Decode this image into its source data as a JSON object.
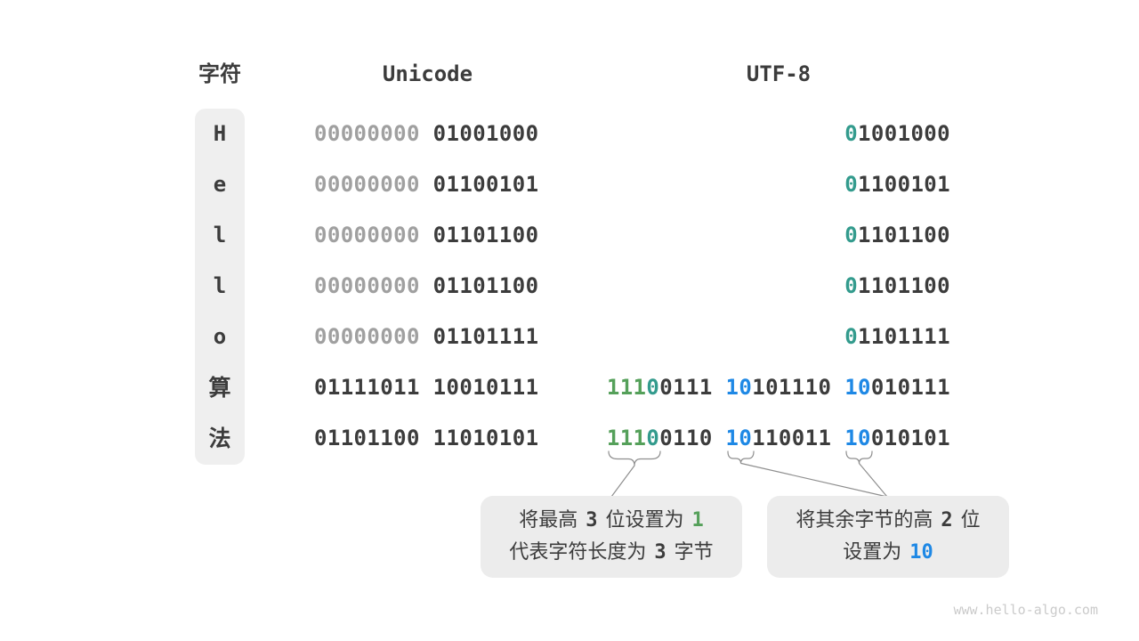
{
  "page": {
    "watermark": "www.hello-algo.com"
  },
  "colors": {
    "background": "#ffffff",
    "text_dark": "#3c3c3c",
    "text_gray": "#a0a0a0",
    "teal": "#339b8d",
    "green": "#55a05a",
    "blue": "#1e88e5",
    "column_bg": "#efefef",
    "callout_bg": "#ececec",
    "connector": "#8f8f8f",
    "watermark": "#cbcbcb"
  },
  "table": {
    "headers": {
      "char": "字符",
      "unicode": "Unicode",
      "utf8": "UTF-8"
    },
    "rows": [
      {
        "char": "H",
        "char_font": "mono",
        "unicode": [
          [
            "00000000",
            "gray"
          ],
          [
            " ",
            "dark"
          ],
          [
            "01001000",
            "dark"
          ]
        ],
        "utf8": [
          [
            "0",
            "teal"
          ],
          [
            "1001000",
            "dark"
          ]
        ]
      },
      {
        "char": "e",
        "char_font": "mono",
        "unicode": [
          [
            "00000000",
            "gray"
          ],
          [
            " ",
            "dark"
          ],
          [
            "01100101",
            "dark"
          ]
        ],
        "utf8": [
          [
            "0",
            "teal"
          ],
          [
            "1100101",
            "dark"
          ]
        ]
      },
      {
        "char": "l",
        "char_font": "mono",
        "unicode": [
          [
            "00000000",
            "gray"
          ],
          [
            " ",
            "dark"
          ],
          [
            "01101100",
            "dark"
          ]
        ],
        "utf8": [
          [
            "0",
            "teal"
          ],
          [
            "1101100",
            "dark"
          ]
        ]
      },
      {
        "char": "l",
        "char_font": "mono",
        "unicode": [
          [
            "00000000",
            "gray"
          ],
          [
            " ",
            "dark"
          ],
          [
            "01101100",
            "dark"
          ]
        ],
        "utf8": [
          [
            "0",
            "teal"
          ],
          [
            "1101100",
            "dark"
          ]
        ]
      },
      {
        "char": "o",
        "char_font": "mono",
        "unicode": [
          [
            "00000000",
            "gray"
          ],
          [
            " ",
            "dark"
          ],
          [
            "01101111",
            "dark"
          ]
        ],
        "utf8": [
          [
            "0",
            "teal"
          ],
          [
            "1101111",
            "dark"
          ]
        ]
      },
      {
        "char": "算",
        "char_font": "sans",
        "unicode": [
          [
            "01111011 10010111",
            "dark"
          ]
        ],
        "utf8": [
          [
            "111",
            "green"
          ],
          [
            "0",
            "teal"
          ],
          [
            "0111 ",
            "dark"
          ],
          [
            "10",
            "blue"
          ],
          [
            "101110 ",
            "dark"
          ],
          [
            "10",
            "blue"
          ],
          [
            "010111",
            "dark"
          ]
        ]
      },
      {
        "char": "法",
        "char_font": "sans",
        "unicode": [
          [
            "01101100 11010101",
            "dark"
          ]
        ],
        "utf8": [
          [
            "111",
            "green"
          ],
          [
            "0",
            "teal"
          ],
          [
            "0110 ",
            "dark"
          ],
          [
            "10",
            "blue"
          ],
          [
            "110011 ",
            "dark"
          ],
          [
            "10",
            "blue"
          ],
          [
            "010101",
            "dark"
          ]
        ]
      }
    ]
  },
  "callouts": [
    {
      "lines": [
        [
          [
            "将最高",
            "sans dark"
          ],
          [
            "3",
            "num dark"
          ],
          [
            "位设置为",
            "sans dark"
          ],
          [
            "1",
            "num green"
          ]
        ],
        [
          [
            "代表字符长度为",
            "sans dark"
          ],
          [
            "3",
            "num dark"
          ],
          [
            "字节",
            "sans dark"
          ]
        ]
      ]
    },
    {
      "lines": [
        [
          [
            "将其余字节的高",
            "sans dark"
          ],
          [
            "2",
            "num dark"
          ],
          [
            "位",
            "sans dark"
          ]
        ],
        [
          [
            "设置为",
            "sans dark"
          ],
          [
            "10",
            "num blue"
          ]
        ]
      ]
    }
  ]
}
